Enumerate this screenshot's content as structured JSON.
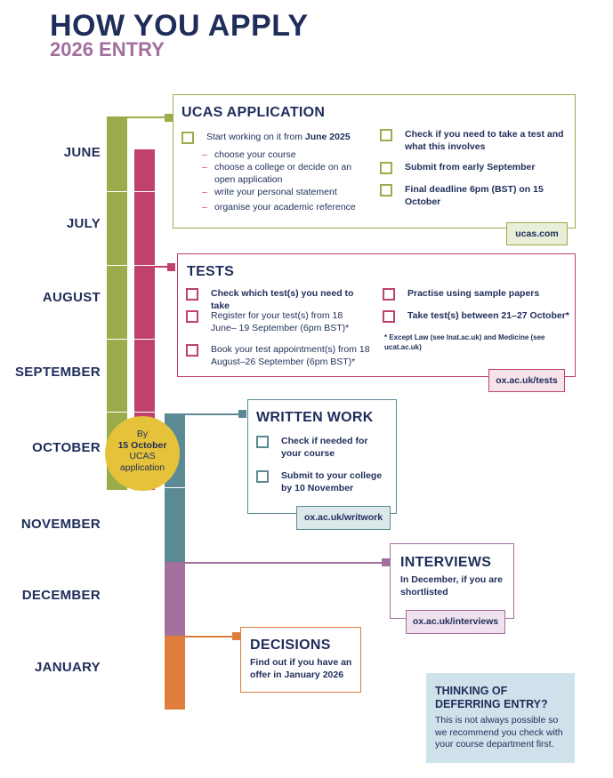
{
  "header": {
    "title": "HOW YOU APPLY",
    "subtitle": "2026 ENTRY"
  },
  "months": [
    "JUNE",
    "JULY",
    "AUGUST",
    "SEPTEMBER",
    "OCTOBER",
    "NOVEMBER",
    "DECEMBER",
    "JANUARY"
  ],
  "colors": {
    "navy": "#1f2d5a",
    "green": "#9aad4a",
    "crimson": "#c0426a",
    "teal": "#5b8a94",
    "mauve": "#a3709e",
    "orange": "#e07d3c",
    "gold": "#e6c23a",
    "lightblue": "#cfe1ea"
  },
  "badge": {
    "line1": "By",
    "line2": "15 October",
    "line3": "UCAS",
    "line4": "application"
  },
  "ucas": {
    "heading": "UCAS APPLICATION",
    "start_prefix": "Start working on it from ",
    "start_bold": "June 2025",
    "subs": [
      "choose your course",
      "choose a college or decide on an open application",
      "write your personal statement",
      "organise your academic reference"
    ],
    "check_test": "Check if you need to take a test and what this involves",
    "submit_prefix": "Submit from early ",
    "submit_bold": "September",
    "deadline_prefix": "Final deadline ",
    "deadline_bold": "6pm (BST) on 15 October",
    "link": "ucas.com"
  },
  "tests": {
    "heading": "TESTS",
    "items": [
      "Check which test(s) you need to take",
      "Register for your test(s) from 18 June– 19 September (6pm BST)*",
      "Book your test appointment(s) from 18 August–26 September (6pm BST)*",
      "Practise using sample papers",
      "Take test(s) between 21–27 October*"
    ],
    "note": "* Except Law (see lnat.ac.uk) and Medicine (see ucat.ac.uk)",
    "link": "ox.ac.uk/tests"
  },
  "written": {
    "heading": "WRITTEN WORK",
    "items": [
      "Check if needed for your course",
      "Submit to your college by 10 November"
    ],
    "link": "ox.ac.uk/writwork"
  },
  "interviews": {
    "heading": "INTERVIEWS",
    "text": "In December, if you are shortlisted",
    "link": "ox.ac.uk/interviews"
  },
  "decisions": {
    "heading": "DECISIONS",
    "text": "Find out if you have an offer in January 2026"
  },
  "deferring": {
    "heading": "THINKING OF DEFERRING ENTRY?",
    "text": "This is not always possible so we recommend you check with your course department first."
  }
}
